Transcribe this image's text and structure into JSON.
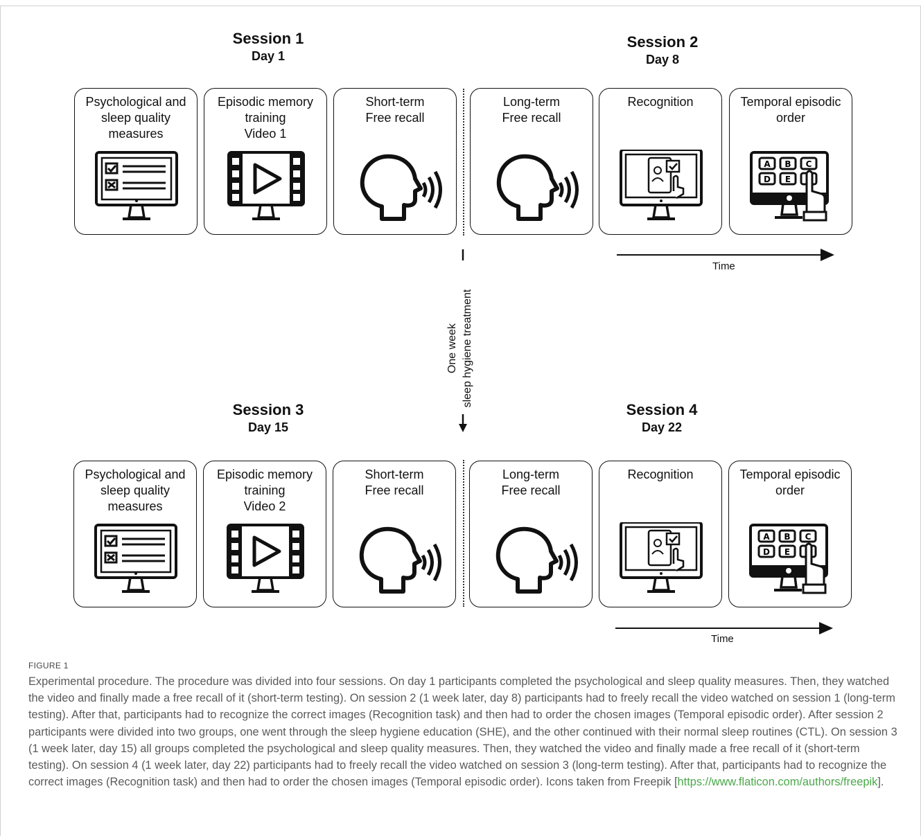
{
  "sessions": [
    {
      "title": "Session 1",
      "day": "Day 1"
    },
    {
      "title": "Session 2",
      "day": "Day 8"
    },
    {
      "title": "Session 3",
      "day": "Day 15"
    },
    {
      "title": "Session 4",
      "day": "Day 22"
    }
  ],
  "row1": [
    {
      "label": "Psychological and\nsleep quality\nmeasures",
      "icon": "checklist-monitor-icon"
    },
    {
      "label": "Episodic memory\ntraining\nVideo 1",
      "icon": "video-play-monitor-icon"
    },
    {
      "label": "Short-term\nFree recall",
      "icon": "speaking-head-icon"
    },
    {
      "label": "Long-term\nFree recall",
      "icon": "speaking-head-icon"
    },
    {
      "label": "Recognition",
      "icon": "touch-select-monitor-icon"
    },
    {
      "label": "Temporal episodic\norder",
      "icon": "abc-keypad-monitor-icon"
    }
  ],
  "row2": [
    {
      "label": "Psychological and\nsleep quality\nmeasures",
      "icon": "checklist-monitor-icon"
    },
    {
      "label": "Episodic memory\ntraining\nVideo 2",
      "icon": "video-play-monitor-icon"
    },
    {
      "label": "Short-term\nFree recall",
      "icon": "speaking-head-icon"
    },
    {
      "label": "Long-term\nFree recall",
      "icon": "speaking-head-icon"
    },
    {
      "label": "Recognition",
      "icon": "touch-select-monitor-icon"
    },
    {
      "label": "Temporal episodic\norder",
      "icon": "abc-keypad-monitor-icon"
    }
  ],
  "time_label": "Time",
  "treatment": {
    "line1": "One week",
    "line2": "sleep hygiene treatment"
  },
  "caption": {
    "heading": "FIGURE 1",
    "text": "Experimental procedure. The procedure was divided into four sessions. On day 1 participants completed the psychological and sleep quality measures. Then, they watched the video and finally made a free recall of it (short-term testing). On session 2 (1 week later, day 8) participants had to freely recall the video watched on session 1 (long-term testing). After that, participants had to recognize the correct images (Recognition task) and then had to order the chosen images (Temporal episodic order). After session 2 participants were divided into two groups, one went through the sleep hygiene education (SHE), and the other continued with their normal sleep routines (CTL). On session 3 (1 week later, day 15) all groups completed the psychological and sleep quality measures. Then, they watched the video and finally made a free recall of it (short-term testing). On session 4 (1 week later, day 22) participants had to freely recall the video watched on session 3 (long-term testing). After that, participants had to recognize the correct images (Recognition task) and then had to order the chosen images (Temporal episodic order). Icons taken from Freepik [",
    "link": "https://www.flaticon.com/authors/freepik",
    "tail": "]."
  }
}
